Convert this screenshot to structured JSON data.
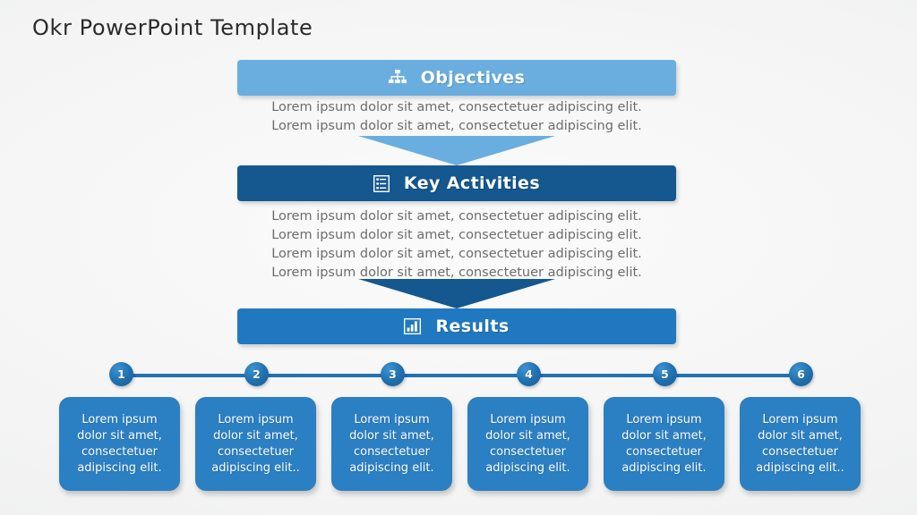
{
  "page": {
    "title": "Okr PowerPoint Template",
    "background_color": "#f4f4f4"
  },
  "colors": {
    "objectives_blue": "#6aaee0",
    "key_activities_blue": "#15578f",
    "results_blue": "#2079c0",
    "card_blue": "#2b7fc3",
    "timeline_blue": "#2272b5",
    "body_text_gray": "#6d6d6f",
    "title_gray": "#2b2b2b"
  },
  "sections": [
    {
      "id": "objectives",
      "label": "Objectives",
      "icon": "org-chart-icon",
      "color": "#6aaee0",
      "lines": [
        "Lorem ipsum dolor sit amet, consectetuer adipiscing elit.",
        "Lorem ipsum dolor sit amet, consectetuer adipiscing elit."
      ]
    },
    {
      "id": "key_activities",
      "label": "Key Activities",
      "icon": "checklist-icon",
      "color": "#15578f",
      "lines": [
        "Lorem ipsum dolor sit amet, consectetuer adipiscing elit.",
        "Lorem ipsum dolor sit amet, consectetuer adipiscing elit.",
        "Lorem ipsum dolor sit amet, consectetuer adipiscing elit.",
        "Lorem ipsum dolor sit amet, consectetuer adipiscing elit."
      ]
    },
    {
      "id": "results",
      "label": "Results",
      "icon": "bar-chart-icon",
      "color": "#2079c0",
      "lines": []
    }
  ],
  "arrows": [
    {
      "id": "arrow-objectives-to-key-activities",
      "color": "#6aaee0",
      "direction": "down"
    },
    {
      "id": "arrow-key-activities-to-results",
      "color": "#15578f",
      "direction": "down"
    }
  ],
  "timeline": {
    "nodes": [
      {
        "number": "1"
      },
      {
        "number": "2"
      },
      {
        "number": "3"
      },
      {
        "number": "4"
      },
      {
        "number": "5"
      },
      {
        "number": "6"
      }
    ]
  },
  "cards": [
    {
      "index": "1",
      "text": "Lorem ipsum dolor sit amet, consectetuer adipiscing elit."
    },
    {
      "index": "2",
      "text": "Lorem ipsum dolor sit amet, consectetuer adipiscing elit.."
    },
    {
      "index": "3",
      "text": "Lorem ipsum dolor sit amet, consectetuer adipiscing elit."
    },
    {
      "index": "4",
      "text": "Lorem ipsum dolor sit amet, consectetuer adipiscing elit."
    },
    {
      "index": "5",
      "text": "Lorem ipsum dolor sit amet, consectetuer adipiscing elit."
    },
    {
      "index": "6",
      "text": "Lorem ipsum dolor sit amet, consectetuer adipiscing elit.."
    }
  ]
}
